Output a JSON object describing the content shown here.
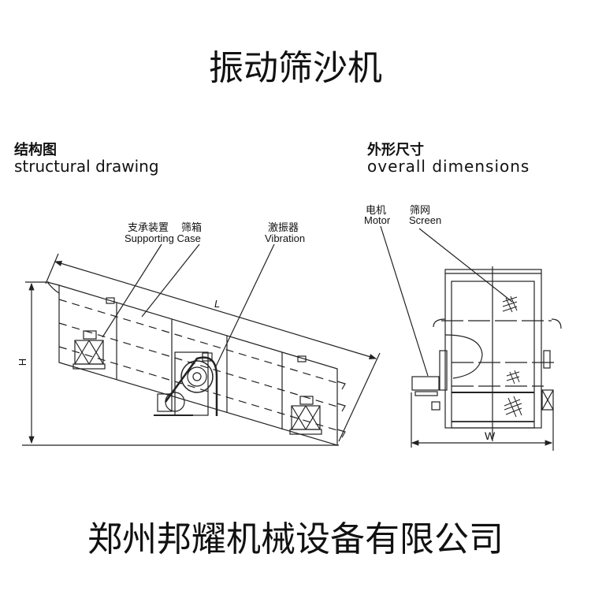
{
  "title": "振动筛沙机",
  "footer": "郑州邦耀机械设备有限公司",
  "structural": {
    "heading_zh": "结构图",
    "heading_en": "structural drawing",
    "label_support_zh": "支承装置",
    "label_case_zh": "筛箱",
    "label_support_en": "Supporting Case",
    "label_vibration_zh": "激振器",
    "label_vibration_en": "Vibration",
    "dim_L": "L",
    "dim_H": "H"
  },
  "dimensions": {
    "heading_zh": "外形尺寸",
    "heading_en": "overall dimensions",
    "label_motor_zh": "电机",
    "label_screen_zh": "筛网",
    "label_motor_en": "Motor",
    "label_screen_en": "Screen",
    "dim_W": "W"
  }
}
